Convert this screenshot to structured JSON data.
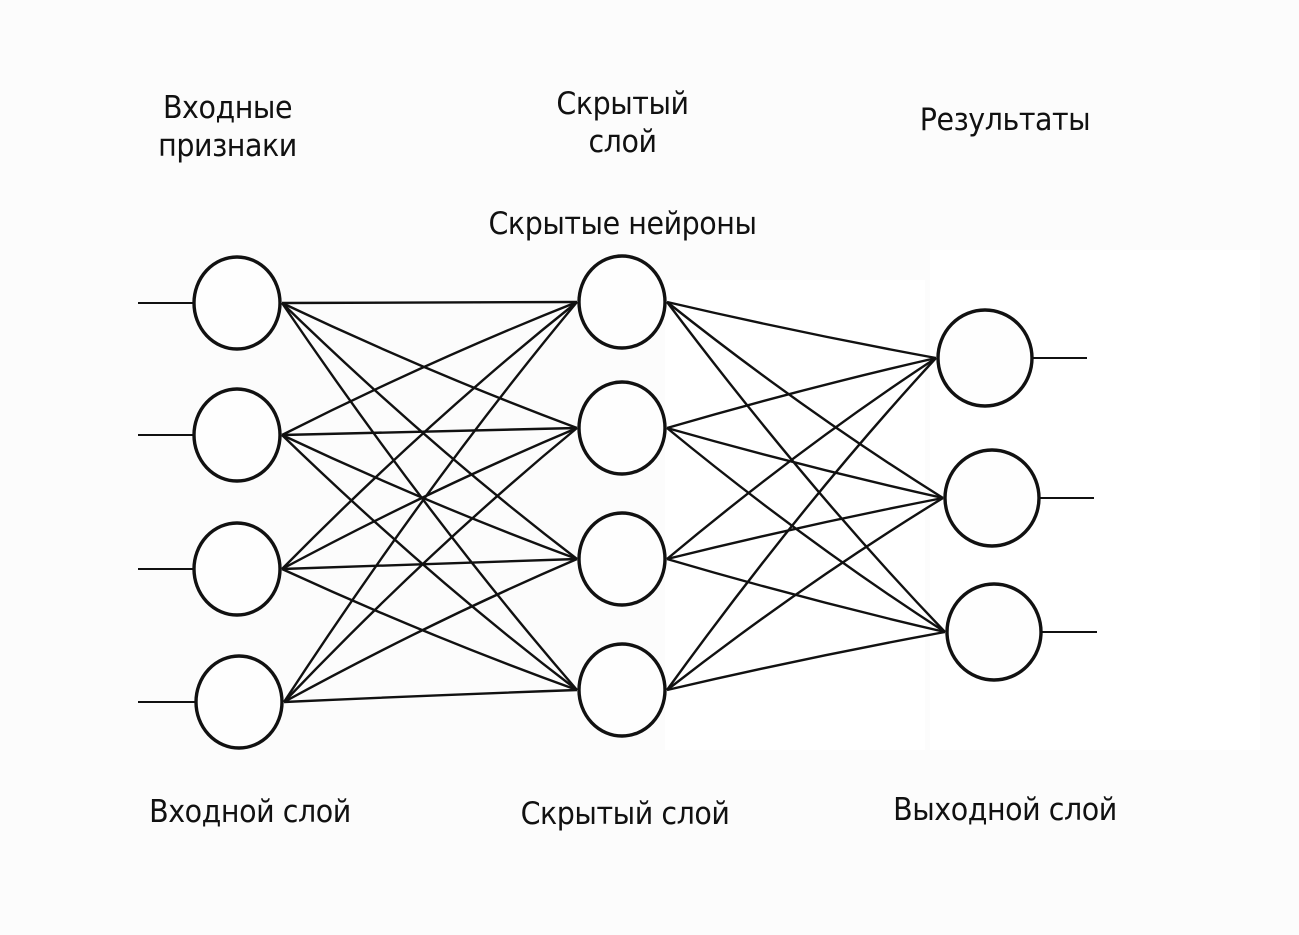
{
  "title_labels": {
    "input_features": [
      "Входные",
      "признаки"
    ],
    "hidden_layer_top": [
      "Скрытый",
      "слой"
    ],
    "results": "Результаты",
    "hidden_neurons": "Скрытые нейроны"
  },
  "bottom_labels": {
    "input_layer": "Входной слой",
    "hidden_layer": "Скрытый слой",
    "output_layer": "Выходной слой"
  },
  "network": {
    "layers": [
      {
        "name": "input",
        "neurons": 4
      },
      {
        "name": "hidden",
        "neurons": 4
      },
      {
        "name": "output",
        "neurons": 3
      }
    ],
    "fully_connected": true
  },
  "colors": {
    "stroke": "#111111",
    "background": "#fcfcfc"
  }
}
